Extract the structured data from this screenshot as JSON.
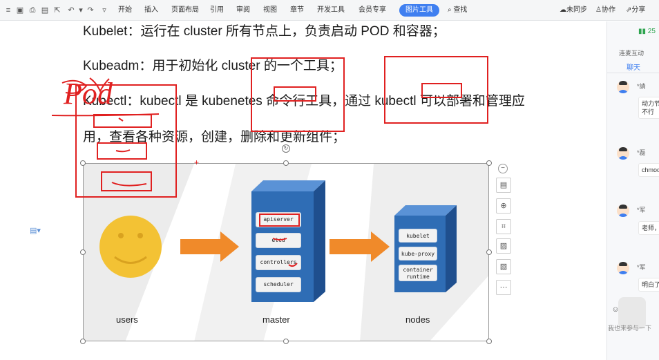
{
  "toolbar": {
    "menus": [
      "开始",
      "插入",
      "页面布局",
      "引用",
      "审阅",
      "视图",
      "章节",
      "开发工具",
      "会员专享"
    ],
    "active_menu": "图片工具",
    "search_label": "查找",
    "unsync_label": "未同步",
    "collab_label": "协作",
    "share_label": "分享"
  },
  "document": {
    "line1": "Kubelet：运行在 cluster 所有节点上，负责启动 POD 和容器；",
    "line2": "Kubeadm：用于初始化 cluster 的一个工具；",
    "line3": "Kubectl：kubectl 是 kubenetes 命令行工具，通过 kubectl 可以部署和管理应",
    "line4": "用，查看各种资源，创建，删除和更新组件；",
    "annotation": "Pod"
  },
  "diagram": {
    "users_label": "users",
    "master_label": "master",
    "nodes_label": "nodes",
    "master_components": [
      "apiserver",
      "etcd",
      "controllers",
      "scheduler"
    ],
    "node_components": [
      "kubelet",
      "kube-proxy",
      "container runtime"
    ]
  },
  "side_panel": {
    "signal": "25",
    "title": "连麦互动",
    "tab": "聊天",
    "messages": [
      {
        "name": "*請",
        "text": "动力节\n不行"
      },
      {
        "name": "*磊",
        "text": "chmod"
      },
      {
        "name": "*军",
        "text": "老师，"
      },
      {
        "name": "*军",
        "text": "明白了"
      }
    ],
    "input_hint": "我也来参与一下"
  },
  "colors": {
    "accent": "#3f7ff0",
    "annotation_red": "#e02020",
    "arrow_orange": "#f08a2a",
    "cube_blue": "#2f6db5",
    "smiley": "#f3c234"
  }
}
